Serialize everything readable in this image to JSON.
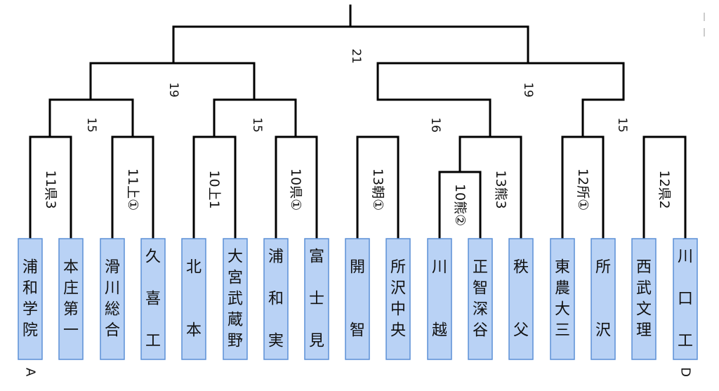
{
  "teams": [
    "浦和学院",
    "本庄第一",
    "滑川総合",
    "久 喜 工",
    "北　 本",
    "大宮武蔵野",
    "浦 和 実",
    "富 士 見",
    "開　 智",
    "所沢中央",
    "川　 越",
    "正智深谷",
    "秩　 父",
    "東農大三",
    "所　 沢",
    "西武文理",
    "川 口 工"
  ],
  "first_round_results": [
    "11県3",
    "11上①",
    "10上1",
    "10県①",
    "13朝①",
    "10熊②",
    "13熊3",
    "12所①",
    "12県2"
  ],
  "round_numbers": [
    "15",
    "15",
    "16",
    "15",
    "19",
    "19",
    "21"
  ],
  "block_labels": [
    "A",
    "D"
  ],
  "colors": {
    "team_fill": "#b9d2f5",
    "team_border": "#5b8fd6",
    "line": "#000000",
    "text": "#111111"
  }
}
